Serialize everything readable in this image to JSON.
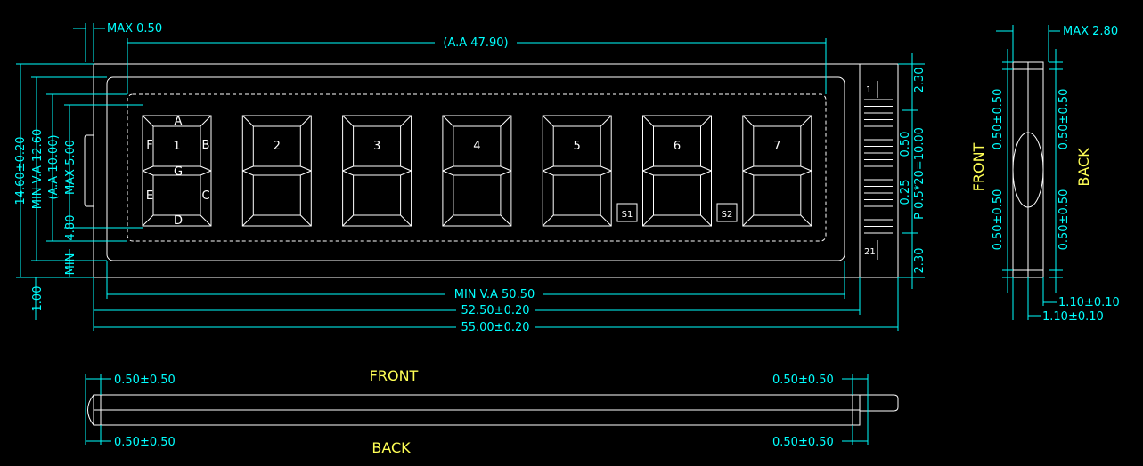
{
  "front_view": {
    "max_050": "MAX  0.50",
    "aa_width": "(A.A  47.90)",
    "min_va_width": "MIN  V.A  50.50",
    "outline_inner": "52.50±0.20",
    "outline_outer": "55.00±0.20",
    "height_total": "14.60±0.20",
    "min_va_height": "MIN  V.A  12.60",
    "aa_height": "(A.A  10.00)",
    "max_500": "MAX  5.00",
    "min_480": "4.80",
    "min_label": "MIN",
    "bottom_100": "1.00",
    "pad_top": "2.30",
    "pad_bottom": "2.30",
    "pin_050": "0.50",
    "pin_025": "0.25",
    "pitch": "P  0.5*20=10.00",
    "digits": [
      "1",
      "2",
      "3",
      "4",
      "5",
      "6",
      "7"
    ],
    "segments": {
      "a": "A",
      "b": "B",
      "c": "C",
      "d": "D",
      "e": "E",
      "f": "F",
      "g": "G"
    },
    "symbols": [
      "S1",
      "S2"
    ],
    "pin_markers": [
      "1",
      "21"
    ]
  },
  "side_view": {
    "max_280": "MAX  2.80",
    "front_label": "FRONT",
    "back_label": "BACK",
    "front_upper": "0.50±0.50",
    "front_lower": "0.50±0.50",
    "back_upper": "0.50±0.50",
    "back_lower": "0.50±0.50",
    "bottom_dim_a": "1.10±0.10",
    "bottom_dim_b": "1.10±0.10"
  },
  "bottom_view": {
    "front_label": "FRONT",
    "back_label": "BACK",
    "top_left": "0.50±0.50",
    "top_right": "0.50±0.50",
    "bottom_left": "0.50±0.50",
    "bottom_right": "0.50±0.50"
  },
  "colors": {
    "outline": "#ffffff",
    "dimension": "#00ffff",
    "label": "#ffff55",
    "background": "#000000"
  }
}
